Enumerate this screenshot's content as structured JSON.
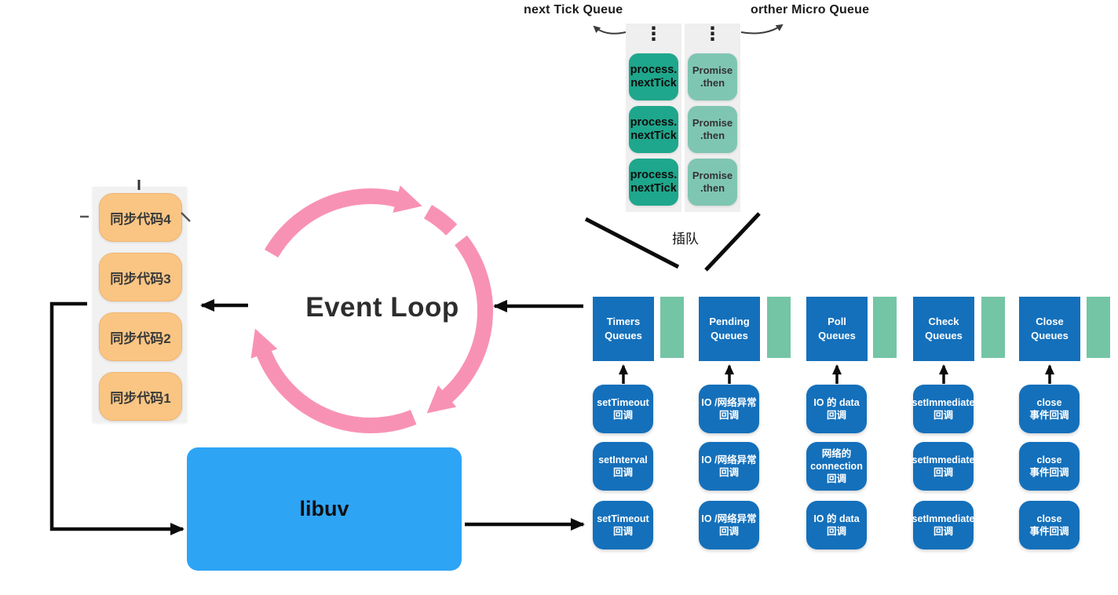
{
  "micro": {
    "next_tick_queue_label": "next Tick Queue",
    "other_micro_queue_label": "orther Micro Queue",
    "cut_in_label": "插队",
    "next_tick_items": [
      "process.\nnextTick",
      "process.\nnextTick",
      "process.\nnextTick"
    ],
    "promise_items": [
      "Promise\n.then",
      "Promise\n.then",
      "Promise\n.then"
    ]
  },
  "sync_stack": {
    "items": [
      "同步代码4",
      "同步代码3",
      "同步代码2",
      "同步代码1"
    ]
  },
  "event_loop": {
    "title": "Event Loop"
  },
  "libuv": {
    "title": "libuv"
  },
  "macro": {
    "columns": [
      {
        "title": "Timers\nQueues",
        "callbacks": [
          "setTimeout\n回调",
          "setInterval\n回调",
          "setTimeout\n回调"
        ]
      },
      {
        "title": "Pending\nQueues",
        "callbacks": [
          "IO /网络异常\n回调",
          "IO /网络异常\n回调",
          "IO /网络异常\n回调"
        ]
      },
      {
        "title": "Poll\nQueues",
        "callbacks": [
          "IO 的 data\n回调",
          "网络的\nconnection\n回调",
          "IO 的 data\n回调"
        ]
      },
      {
        "title": "Check\nQueues",
        "callbacks": [
          "setImmediate\n回调",
          "setImmediate\n回调",
          "setImmediate\n回调"
        ]
      },
      {
        "title": "Close\nQueues",
        "callbacks": [
          "close\n事件回调",
          "close\n事件回调",
          "close\n事件回调"
        ]
      }
    ]
  },
  "icons": {
    "vertical_ellipsis": "⋮"
  },
  "colors": {
    "queue_blue": "#1470bb",
    "bar_green": "#74c5a5",
    "next_tick_green": "#1ea78c",
    "promise_green": "#7fc6b2",
    "sync_orange": "#fac583",
    "libuv_blue": "#2ea4f5",
    "loop_pink": "#f892b4",
    "arrow_black": "#0c0c0c"
  }
}
